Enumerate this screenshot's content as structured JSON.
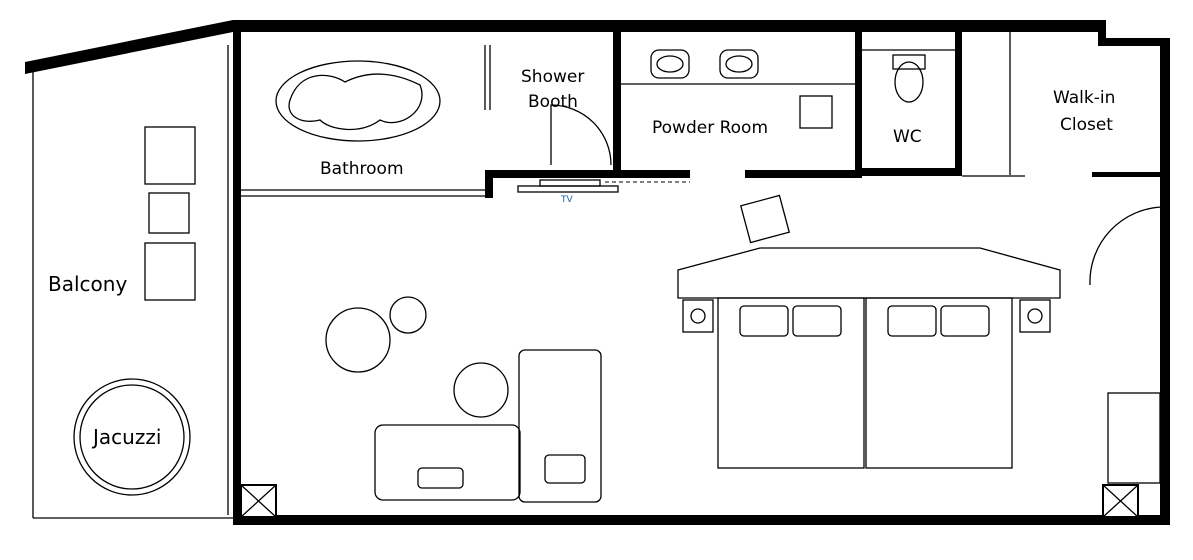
{
  "rooms": {
    "balcony": "Balcony",
    "jacuzzi": "Jacuzzi",
    "bathroom": "Bathroom",
    "shower_line1": "Shower",
    "shower_line2": "Booth",
    "powder_room": "Powder Room",
    "wc": "WC",
    "closet_line1": "Walk-in",
    "closet_line2": "Closet",
    "tv": "TV"
  }
}
